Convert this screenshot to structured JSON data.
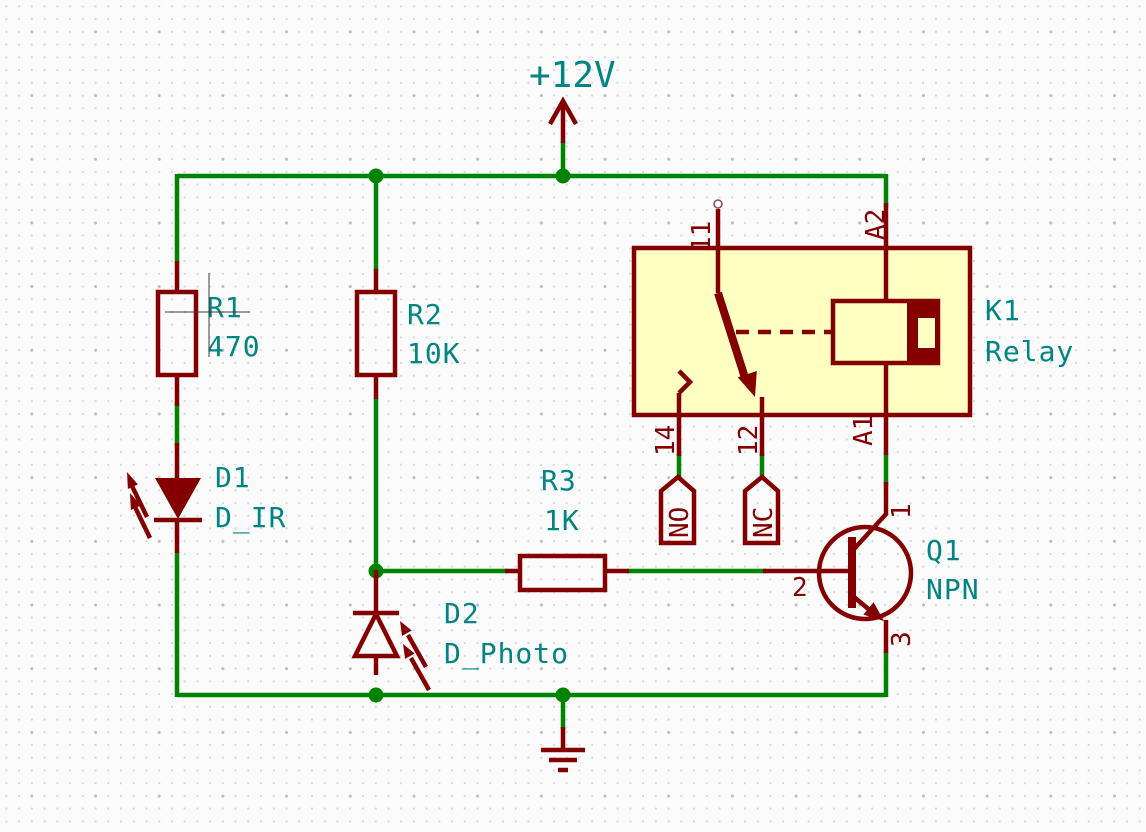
{
  "schematic": {
    "power": {
      "vcc": "+12V"
    },
    "components": {
      "r1": {
        "ref": "R1",
        "value": "470"
      },
      "r2": {
        "ref": "R2",
        "value": "10K"
      },
      "r3": {
        "ref": "R3",
        "value": "1K"
      },
      "d1": {
        "ref": "D1",
        "value": "D_IR"
      },
      "d2": {
        "ref": "D2",
        "value": "D_Photo"
      },
      "q1": {
        "ref": "Q1",
        "value": "NPN",
        "pin_collector": "1",
        "pin_base": "2",
        "pin_emitter": "3"
      },
      "k1": {
        "ref": "K1",
        "value": "Relay",
        "pin_common": "11",
        "pin_nc": "12",
        "pin_no": "14",
        "pin_coil_a1": "A1",
        "pin_coil_a2": "A2"
      }
    },
    "net_labels": {
      "no": "NO",
      "nc": "NC"
    },
    "colors": {
      "wire_green": "#008400",
      "device_dark_red": "#840000",
      "field_teal": "#008484",
      "symbol_fill_yellow": "#FFFFC2",
      "background": "#FBFBFB"
    }
  }
}
